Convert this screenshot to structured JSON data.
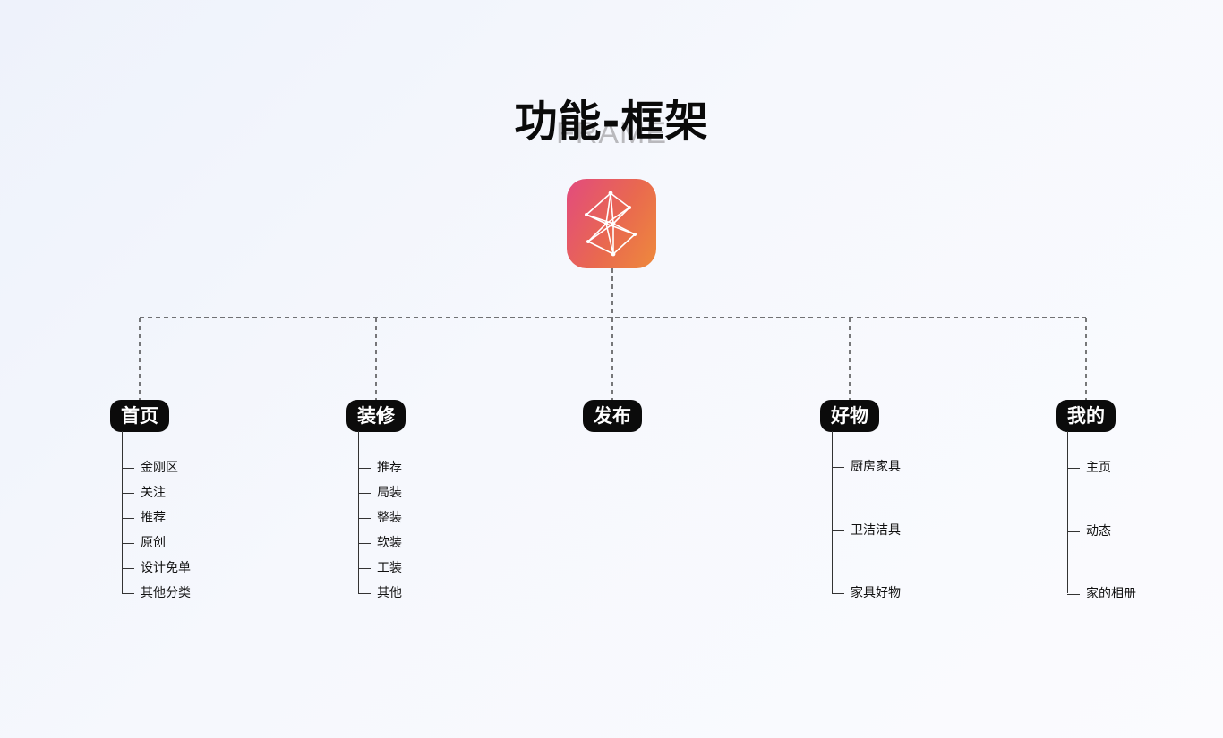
{
  "header": {
    "title": "功能-框架",
    "subtitle": "FRAME"
  },
  "root": {
    "name": "app-logo",
    "colors": [
      "#e24b7e",
      "#ee8a3c"
    ]
  },
  "nodes": [
    {
      "label": "首页",
      "children": [
        "金刚区",
        "关注",
        "推荐",
        "原创",
        "设计免单",
        "其他分类"
      ]
    },
    {
      "label": "装修",
      "children": [
        "推荐",
        "局装",
        "整装",
        "软装",
        "工装",
        "其他"
      ]
    },
    {
      "label": "发布",
      "children": []
    },
    {
      "label": "好物",
      "children": [
        "厨房家具",
        "卫洁洁具",
        "家具好物"
      ]
    },
    {
      "label": "我的",
      "children": [
        "主页",
        "动态",
        "家的相册"
      ]
    }
  ]
}
